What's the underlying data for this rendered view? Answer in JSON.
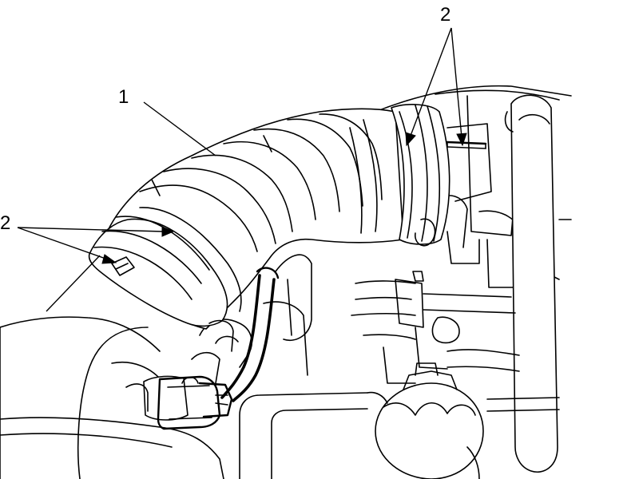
{
  "callouts": {
    "intake_duct": "1",
    "clamp_upper": "2",
    "clamp_lower": "2"
  },
  "colors": {
    "line": "#000000",
    "background": "#ffffff"
  }
}
